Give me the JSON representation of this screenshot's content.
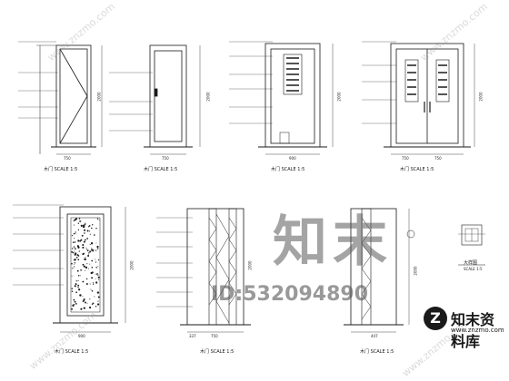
{
  "watermark": {
    "big_text": "知末",
    "id_text": "ID:532094890",
    "diagonal_text": "www.znzmo.com",
    "logo_name": "知末资料库",
    "logo_url": "www.znzmo.com"
  },
  "drawings": [
    {
      "caption": "木门   SCALE 1:5",
      "dims": [
        "750",
        "2000"
      ]
    },
    {
      "caption": "木门   SCALE 1:5",
      "dims": [
        "750",
        "2000"
      ]
    },
    {
      "caption": "木门   SCALE 1:5",
      "dims": [
        "900",
        "2000"
      ]
    },
    {
      "caption": "木门   SCALE 1:5",
      "dims": [
        "750",
        "750",
        "2000"
      ]
    },
    {
      "caption": "木门   SCALE 1:5",
      "dims": [
        "900",
        "2000"
      ]
    },
    {
      "caption": "木门   SCALE 1:5",
      "dims": [
        "337",
        "750",
        "2000"
      ]
    },
    {
      "caption": "木门   SCALE 1:5",
      "dims": [
        "447",
        "2000"
      ]
    }
  ],
  "detail": {
    "caption": "大样图",
    "scale": "SCALE 1:5"
  }
}
